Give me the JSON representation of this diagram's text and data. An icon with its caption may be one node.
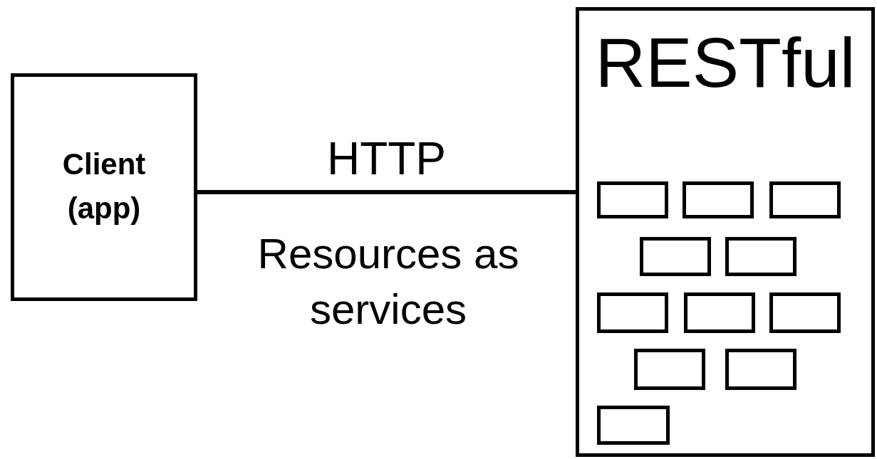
{
  "diagram": {
    "nodes": [
      {
        "text": [
          "Client (app)"
        ]
      },
      {
        "text": [
          "RESTful"
        ]
      },
      {
        "text": [],
        "shape": "box",
        "in": 1
      },
      {
        "text": [],
        "shape": "box",
        "in": 1
      },
      {
        "text": [],
        "shape": "box",
        "in": 1
      },
      {
        "text": [],
        "shape": "box",
        "in": 1
      },
      {
        "text": [],
        "shape": "box",
        "in": 1
      },
      {
        "text": [],
        "shape": "box",
        "in": 1
      },
      {
        "text": [],
        "shape": "box",
        "in": 1
      },
      {
        "text": [],
        "shape": "box",
        "in": 1
      },
      {
        "text": [],
        "shape": "box",
        "in": 1
      },
      {
        "text": [],
        "shape": "box",
        "in": 1
      },
      {
        "text": [],
        "shape": "box",
        "in": 1
      }
    ],
    "edges": [
      {
        "from": 0,
        "to": 1,
        "arrow": "none",
        "label": "HTTP"
      }
    ],
    "labels": [
      "Resources as services"
    ]
  }
}
